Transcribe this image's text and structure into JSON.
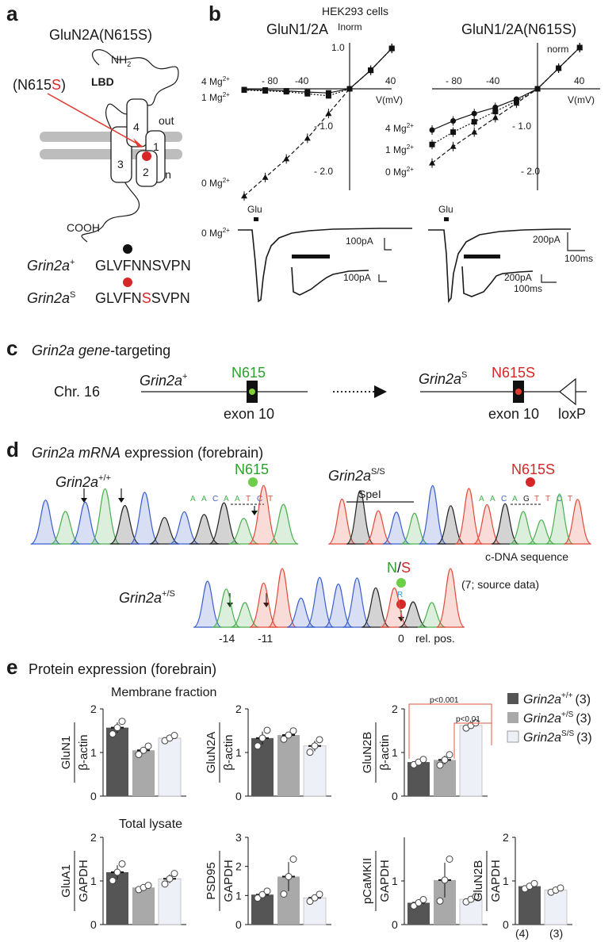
{
  "panels": {
    "a": "a",
    "b": "b",
    "c": "c",
    "d": "d",
    "e": "e"
  },
  "a": {
    "title": "GluN2A(N615S)",
    "mutation_prefix": "(N615",
    "mutation_letter": "S",
    "mutation_suffix": ")",
    "nh2": "NH",
    "nh2_sub": "2",
    "lbd": "LBD",
    "out": "out",
    "in": "in",
    "cooh": "COOH",
    "helices": [
      "3",
      "4",
      "1",
      "2"
    ],
    "seq_wt_name": "Grin2a",
    "seq_wt_sup": "+",
    "seq_wt": "GLVFNNSVPN",
    "seq_mut_name": "Grin2a",
    "seq_mut_sup": "S",
    "seq_mut_pre": "GLVFN",
    "seq_mut_letter": "S",
    "seq_mut_post": "SVPN"
  },
  "b": {
    "header": "HEK293 cells",
    "left_title": "GluN1/2A",
    "right_title": "GluN1/2A(N615S)",
    "inorm": "Inorm",
    "norm": "norm",
    "vlabel": "V(mV)",
    "xticks_left": [
      "- 80",
      "-40",
      "40"
    ],
    "xticks_right": [
      "- 80",
      "-40",
      "40"
    ],
    "yticks": [
      "1.0",
      "- 1.0",
      "- 2.0"
    ],
    "left_mg": [
      "4 Mg",
      "1 Mg",
      "0 Mg"
    ],
    "right_mg": [
      "4 Mg",
      "1 Mg",
      "0 Mg"
    ],
    "mg_sup": "2+",
    "trace_mg": "0 Mg",
    "glu": "Glu",
    "scale_left": "100pA",
    "scale_left_inset": "100pA",
    "scale_right": "200pA",
    "scale_right_inset": "200pA",
    "time_right": "100ms",
    "time_right_inset": "100ms"
  },
  "c": {
    "title_italic": "Grin2a gene",
    "title_rest": "-targeting",
    "chrom": "Chr. 16",
    "wt_name": "Grin2a",
    "wt_sup": "+",
    "wt_site": "N615",
    "wt_exon": "exon 10",
    "mut_name": "Grin2a",
    "mut_sup": "S",
    "mut_site": "N615S",
    "mut_exon": "exon 10",
    "loxp": "loxP"
  },
  "d": {
    "title_italic": "Grin2a mRNA",
    "title_rest": " expression (forebrain)",
    "wt_name": "Grin2a",
    "wt_sup": "+/+",
    "wt_site": "N615",
    "wt_bases": [
      "A",
      "A",
      "C",
      "A",
      "A",
      "T",
      "C",
      "T"
    ],
    "mut_name": "Grin2a",
    "mut_sup": "S/S",
    "mut_site": "N615S",
    "mut_bases": [
      "A",
      "A",
      "C",
      "A",
      "G",
      "T",
      "T",
      "C",
      "T"
    ],
    "spei": "SpeI",
    "cdna": "c-DNA sequence",
    "het_name": "Grin2a",
    "het_sup": "+/S",
    "het_n": "N",
    "het_slash": "/",
    "het_s": "S",
    "het_r": "R",
    "source": "(7; source data)",
    "positions": [
      "-14",
      "-11",
      "0"
    ],
    "relpos": "rel. pos."
  },
  "e": {
    "title": "Protein expression (forebrain)",
    "membrane": "Membrane fraction",
    "total": "Total lysate",
    "pvals": [
      "p<0.001",
      "p<0.01"
    ],
    "legend": [
      {
        "name": "Grin2a",
        "sup": "+/+",
        "n": "(3)",
        "color": "#555555"
      },
      {
        "name": "Grin2a",
        "sup": "+/S",
        "n": "(3)",
        "color": "#a9a9a9"
      },
      {
        "name": "Grin2a",
        "sup": "S/S",
        "n": "(3)",
        "color": "#eef0f7"
      }
    ],
    "lysate_n": [
      "(4)",
      "(3)"
    ]
  },
  "chart_data": [
    {
      "type": "line",
      "x": [
        -100,
        -80,
        -60,
        -40,
        -20,
        0,
        20,
        40
      ],
      "series": [
        {
          "name": "4 Mg2+",
          "values": [
            -0.02,
            -0.03,
            -0.05,
            -0.08,
            -0.1,
            0,
            0.45,
            0.98
          ]
        },
        {
          "name": "1 Mg2+",
          "values": [
            -0.03,
            -0.05,
            -0.07,
            -0.12,
            -0.17,
            0,
            0.45,
            0.98
          ]
        },
        {
          "name": "0 Mg2+",
          "values": [
            -2.6,
            -2.15,
            -1.7,
            -1.2,
            -0.6,
            0,
            0.45,
            0.98
          ]
        }
      ],
      "xlabel": "V(mV)",
      "ylabel": "Inorm",
      "ylim": [
        -2.6,
        1.0
      ]
    },
    {
      "type": "line",
      "x": [
        -100,
        -80,
        -60,
        -40,
        -20,
        0,
        20,
        40
      ],
      "series": [
        {
          "name": "4 Mg2+",
          "values": [
            -1.0,
            -0.78,
            -0.6,
            -0.45,
            -0.25,
            0,
            0.5,
            1.0
          ]
        },
        {
          "name": "1 Mg2+",
          "values": [
            -1.35,
            -1.05,
            -0.8,
            -0.55,
            -0.3,
            0,
            0.5,
            1.0
          ]
        },
        {
          "name": "0 Mg2+",
          "values": [
            -1.8,
            -1.4,
            -1.05,
            -0.7,
            -0.35,
            0,
            0.5,
            1.0
          ]
        }
      ],
      "xlabel": "V(mV)",
      "ylabel": "norm",
      "ylim": [
        -2.4,
        1.0
      ]
    },
    {
      "type": "bar",
      "ylabel": "GluN1 / β-actin",
      "categories": [
        "+/+",
        "+/S",
        "S/S"
      ],
      "values": [
        1.57,
        1.05,
        1.33
      ],
      "errors": [
        0.12,
        0.08,
        0.05
      ],
      "ylim": [
        0,
        2
      ],
      "yticks": [
        "2",
        "1",
        "0"
      ]
    },
    {
      "type": "bar",
      "ylabel": "GluN2A / β-actin",
      "categories": [
        "+/+",
        "+/S",
        "S/S"
      ],
      "values": [
        1.33,
        1.4,
        1.15
      ],
      "errors": [
        0.15,
        0.08,
        0.12
      ],
      "ylim": [
        0,
        2
      ],
      "yticks": [
        "2",
        "1",
        "0"
      ]
    },
    {
      "type": "bar",
      "ylabel": "GluN2B / β-actin",
      "categories": [
        "+/+",
        "+/S",
        "S/S"
      ],
      "values": [
        0.78,
        0.83,
        1.62
      ],
      "errors": [
        0.05,
        0.1,
        0.05
      ],
      "ylim": [
        0,
        2
      ],
      "yticks": [
        "2",
        "1",
        "0"
      ]
    },
    {
      "type": "bar",
      "ylabel": "GluA1 / GAPDH",
      "categories": [
        "+/+",
        "+/S",
        "S/S"
      ],
      "values": [
        1.2,
        0.85,
        1.05
      ],
      "errors": [
        0.16,
        0.04,
        0.1
      ],
      "ylim": [
        0,
        2
      ],
      "yticks": [
        "2",
        "1",
        "0"
      ]
    },
    {
      "type": "bar",
      "ylabel": "PSD95 / GAPDH",
      "categories": [
        "+/+",
        "+/S",
        "S/S"
      ],
      "values": [
        1.03,
        1.65,
        0.92
      ],
      "errors": [
        0.1,
        0.5,
        0.1
      ],
      "ylim": [
        0,
        3
      ],
      "yticks": [
        "3",
        "2",
        "1",
        "0"
      ]
    },
    {
      "type": "bar",
      "ylabel": "pCaMKII / GAPDH",
      "categories": [
        "+/+",
        "+/S",
        "S/S"
      ],
      "values": [
        0.5,
        1.02,
        0.58
      ],
      "errors": [
        0.06,
        0.4,
        0.05
      ],
      "ylim": [
        0,
        2
      ],
      "yticks": [
        "1",
        "0"
      ]
    },
    {
      "type": "bar",
      "ylabel": "GluN2B / GAPDH",
      "categories": [
        "+/+",
        "S/S"
      ],
      "values": [
        0.88,
        0.79
      ],
      "errors": [
        0.05,
        0.04
      ],
      "ylim": [
        0,
        2
      ],
      "yticks": [
        "2",
        "1",
        "0"
      ]
    }
  ]
}
